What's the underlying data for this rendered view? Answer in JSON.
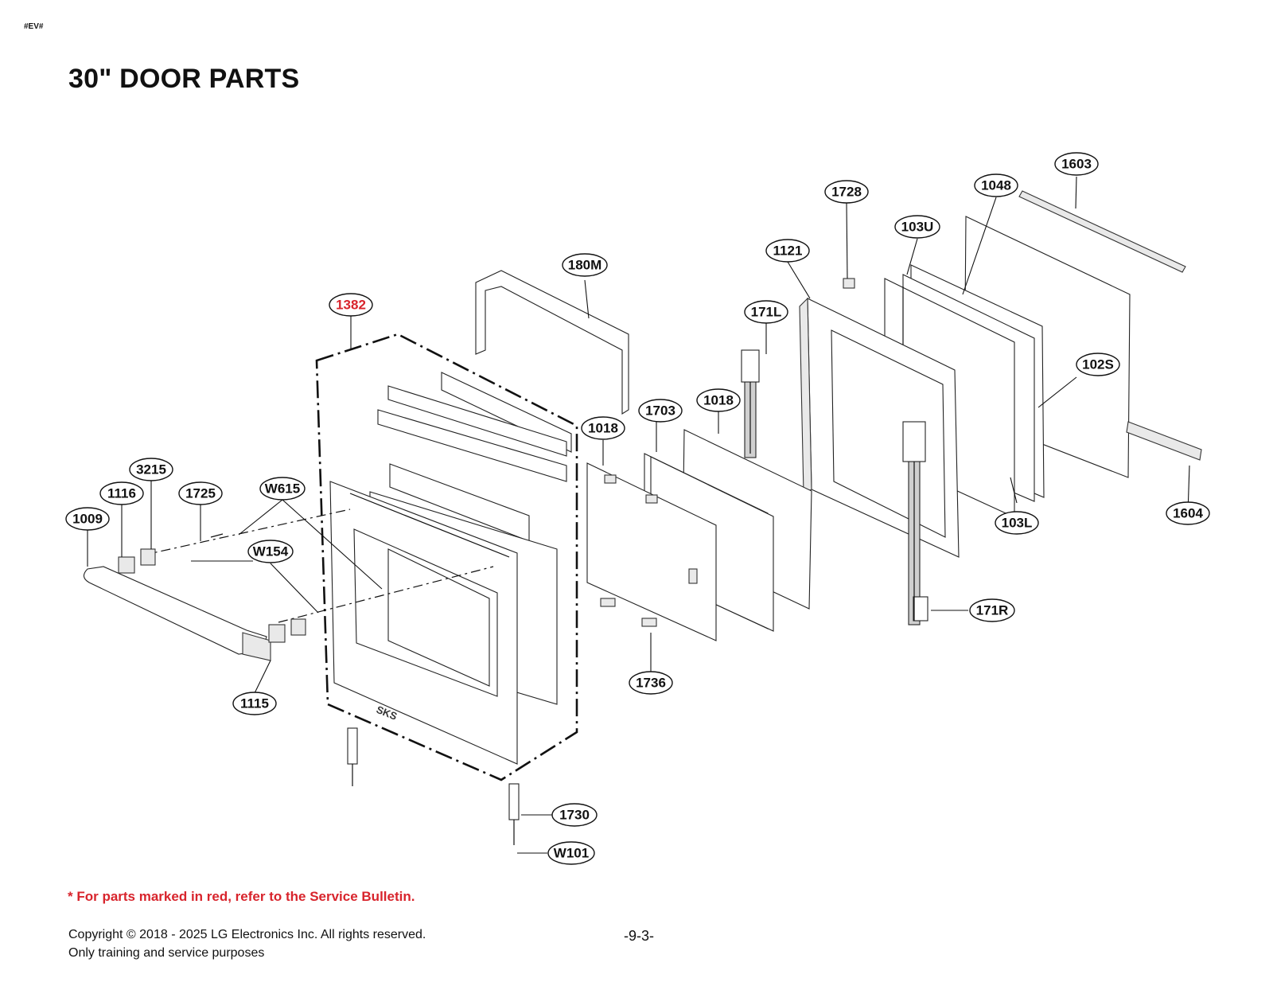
{
  "header": {
    "doc_code": "#EV#",
    "title": "30\" DOOR PARTS"
  },
  "colors": {
    "accent_red": "#d8242c",
    "line": "#111111"
  },
  "diagram": {
    "part_marking": "SKS",
    "callouts": {
      "c1603": "1603",
      "c1048": "1048",
      "c1728": "1728",
      "c103U": "103U",
      "c1121": "1121",
      "c180M": "180M",
      "c171L": "171L",
      "c1382": "1382",
      "c102S": "102S",
      "c1018a": "1018",
      "c1703": "1703",
      "c1018b": "1018",
      "c3215": "3215",
      "c1116": "1116",
      "c1725": "1725",
      "cW615": "W615",
      "c1009": "1009",
      "cW154": "W154",
      "c1604": "1604",
      "c103L": "103L",
      "c171R": "171R",
      "c1736": "1736",
      "c1115": "1115",
      "c1730": "1730",
      "cW101": "W101"
    }
  },
  "footer": {
    "note": "* For parts marked in red, refer to the Service Bulletin.",
    "copyright_line1": "Copyright © 2018 - 2025 LG Electronics Inc. All rights reserved.",
    "copyright_line2": "Only training and service purposes",
    "page_number": "-9-3-"
  }
}
